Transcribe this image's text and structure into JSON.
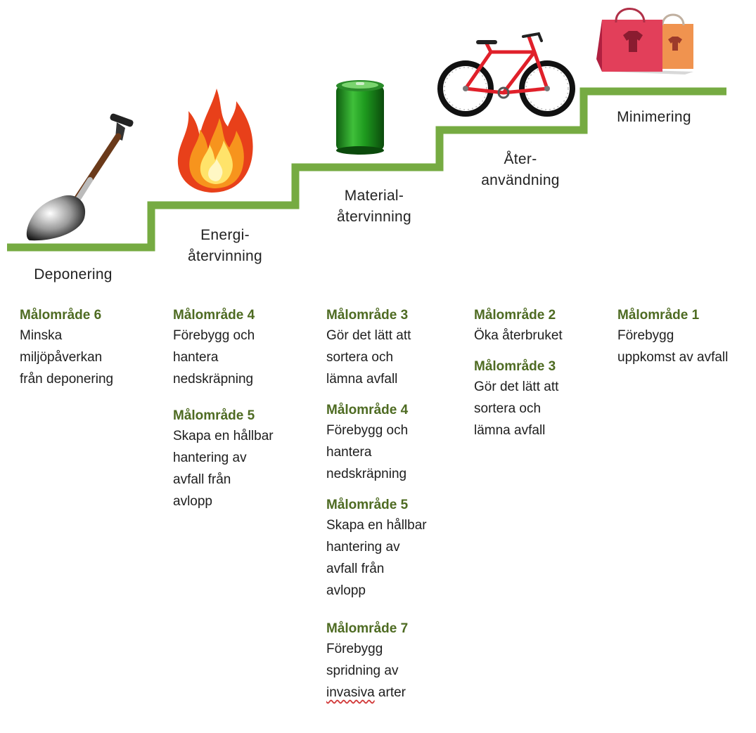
{
  "colors": {
    "stairs": "#76ab42",
    "goal_heading": "#4e6b22"
  },
  "icons": [
    "shovel-icon",
    "fire-icon",
    "can-icon",
    "bicycle-icon",
    "shopping-bags-icon"
  ],
  "steps": [
    {
      "lines": [
        "Deponering"
      ]
    },
    {
      "lines": [
        "Energi-",
        "återvinning"
      ]
    },
    {
      "lines": [
        "Material-",
        "återvinning"
      ]
    },
    {
      "lines": [
        "Åter-",
        "användning"
      ]
    },
    {
      "lines": [
        "Minimering"
      ]
    }
  ],
  "columns": [
    {
      "goals": [
        {
          "heading": "Målområde 6",
          "lines": [
            "Minska",
            "miljöpåverkan",
            "från deponering"
          ]
        }
      ]
    },
    {
      "goals": [
        {
          "heading": "Målområde 4",
          "lines": [
            "Förebygg och",
            "hantera",
            "nedskräpning"
          ]
        },
        {
          "heading": "Målområde 5",
          "lines": [
            "Skapa en hållbar",
            "hantering av",
            "avfall från",
            "avlopp"
          ]
        }
      ]
    },
    {
      "goals": [
        {
          "heading": "Målområde 3",
          "lines": [
            "Gör det lätt att",
            "sortera och",
            "lämna avfall"
          ]
        },
        {
          "heading": "Målområde 4",
          "lines": [
            "Förebygg och",
            "hantera",
            "nedskräpning"
          ]
        },
        {
          "heading": "Målområde 5",
          "lines": [
            "Skapa en hållbar",
            "hantering av",
            "avfall från",
            "avlopp"
          ]
        },
        {
          "heading": "Målområde 7",
          "lines": [
            "Förebygg",
            "spridning av"
          ],
          "last_line_start": "invasiva",
          "last_line_end": " arter"
        }
      ]
    },
    {
      "goals": [
        {
          "heading": "Målområde 2",
          "lines": [
            "Öka återbruket"
          ]
        },
        {
          "heading": "Målområde 3",
          "lines": [
            "Gör det lätt att",
            "sortera och",
            "lämna avfall"
          ]
        }
      ]
    },
    {
      "goals": [
        {
          "heading": "Målområde 1",
          "lines": [
            "Förebygg",
            "uppkomst av avfall"
          ]
        }
      ]
    }
  ]
}
